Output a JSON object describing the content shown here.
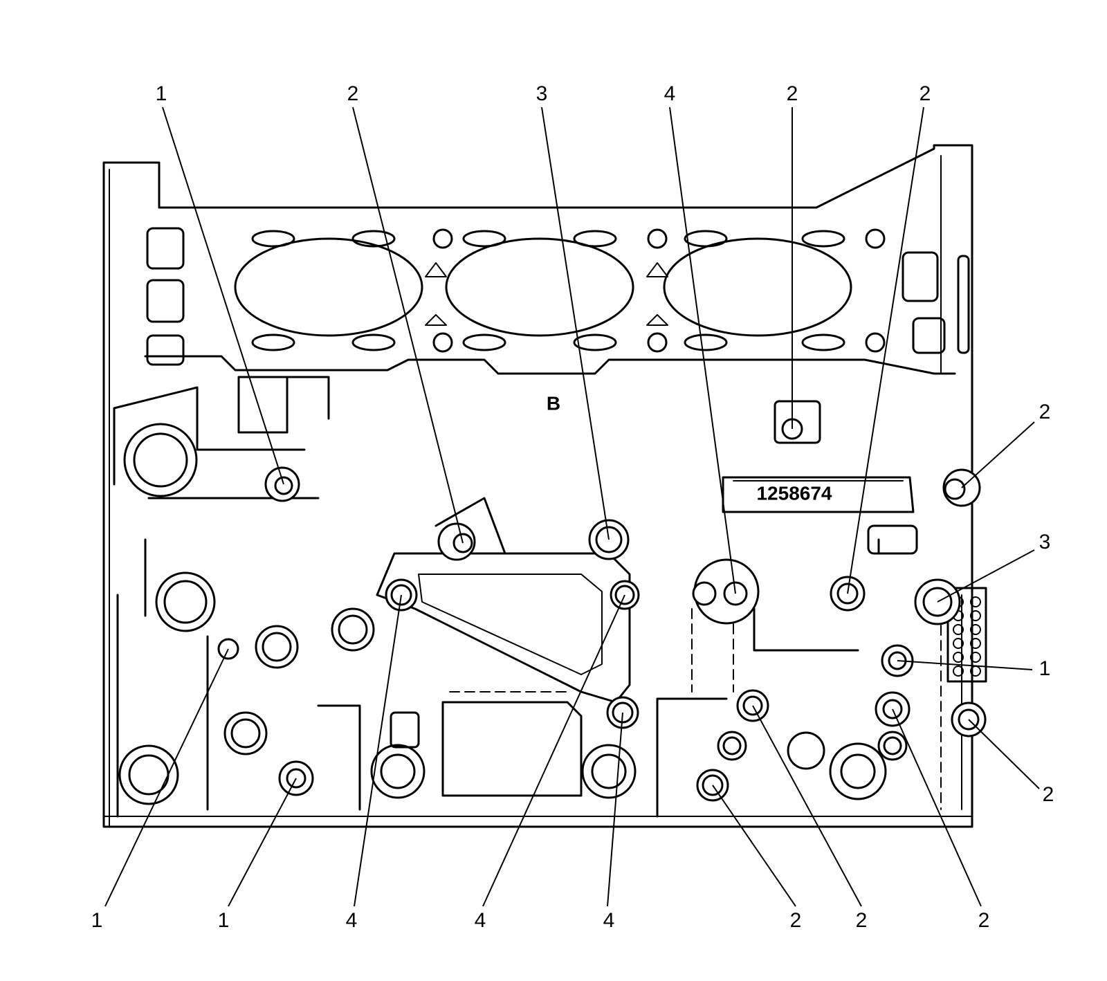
{
  "diagram": {
    "part_number_stamp": "1258674",
    "casting_mark": "B",
    "callouts": [
      {
        "id": "c1",
        "label": "1"
      },
      {
        "id": "c2",
        "label": "2"
      },
      {
        "id": "c3",
        "label": "3"
      },
      {
        "id": "c4",
        "label": "4"
      },
      {
        "id": "c5",
        "label": "2"
      },
      {
        "id": "c6",
        "label": "2"
      },
      {
        "id": "c7",
        "label": "2"
      },
      {
        "id": "c8",
        "label": "3"
      },
      {
        "id": "c9",
        "label": "1"
      },
      {
        "id": "c10",
        "label": "2"
      },
      {
        "id": "c11",
        "label": "1"
      },
      {
        "id": "c12",
        "label": "1"
      },
      {
        "id": "c13",
        "label": "4"
      },
      {
        "id": "c14",
        "label": "4"
      },
      {
        "id": "c15",
        "label": "4"
      },
      {
        "id": "c16",
        "label": "2"
      },
      {
        "id": "c17",
        "label": "2"
      },
      {
        "id": "c18",
        "label": "2"
      }
    ]
  }
}
